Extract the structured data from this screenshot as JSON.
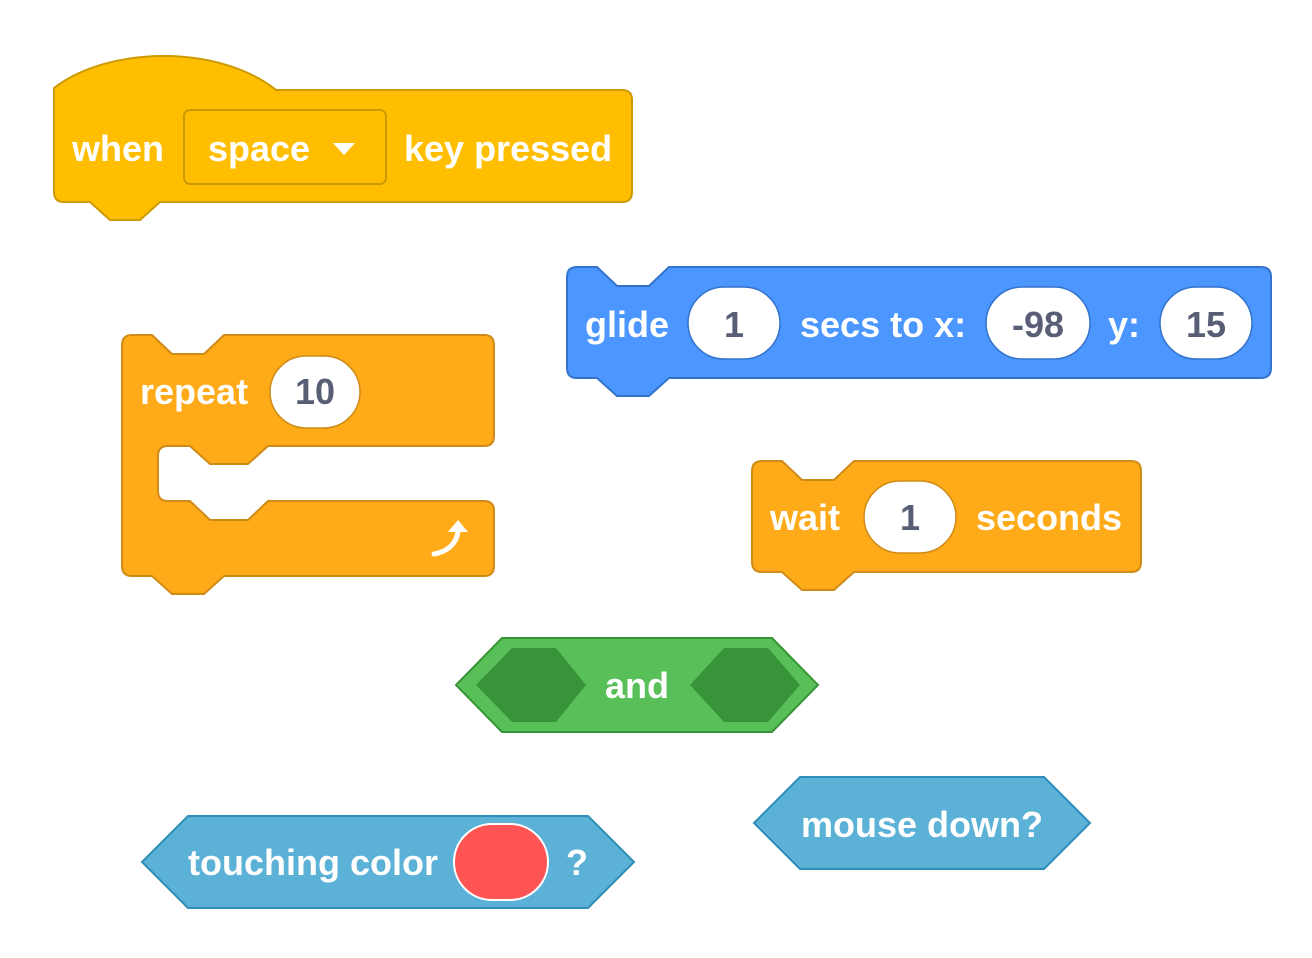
{
  "colors": {
    "events": "#ffbf00",
    "events_stroke": "#cc9900",
    "control": "#ffab19",
    "control_stroke": "#cf8b17",
    "motion": "#4c97ff",
    "motion_stroke": "#3373cc",
    "operators": "#59c059",
    "operators_stroke": "#389438",
    "operators_slot": "#389438",
    "sensing": "#5cb1d6",
    "sensing_stroke": "#2e8eb8",
    "input_bg": "#ffffff",
    "input_text": "#575e75",
    "touching_swatch": "#ff5454"
  },
  "blocks": {
    "when_key": {
      "prefix": "when",
      "key": "space",
      "suffix": "key pressed",
      "dropdown_icon": "caret-down-icon"
    },
    "repeat": {
      "label": "repeat",
      "times": "10",
      "loop_icon": "loop-arrow-icon"
    },
    "glide": {
      "label": "glide",
      "secs": "1",
      "mid": "secs to x:",
      "x": "-98",
      "ylabel": "y:",
      "y": "15"
    },
    "wait": {
      "label": "wait",
      "secs": "1",
      "suffix": "seconds"
    },
    "and_op": {
      "label": "and"
    },
    "touching_color": {
      "label": "touching color",
      "suffix": "?"
    },
    "mouse_down": {
      "label": "mouse down?"
    }
  }
}
